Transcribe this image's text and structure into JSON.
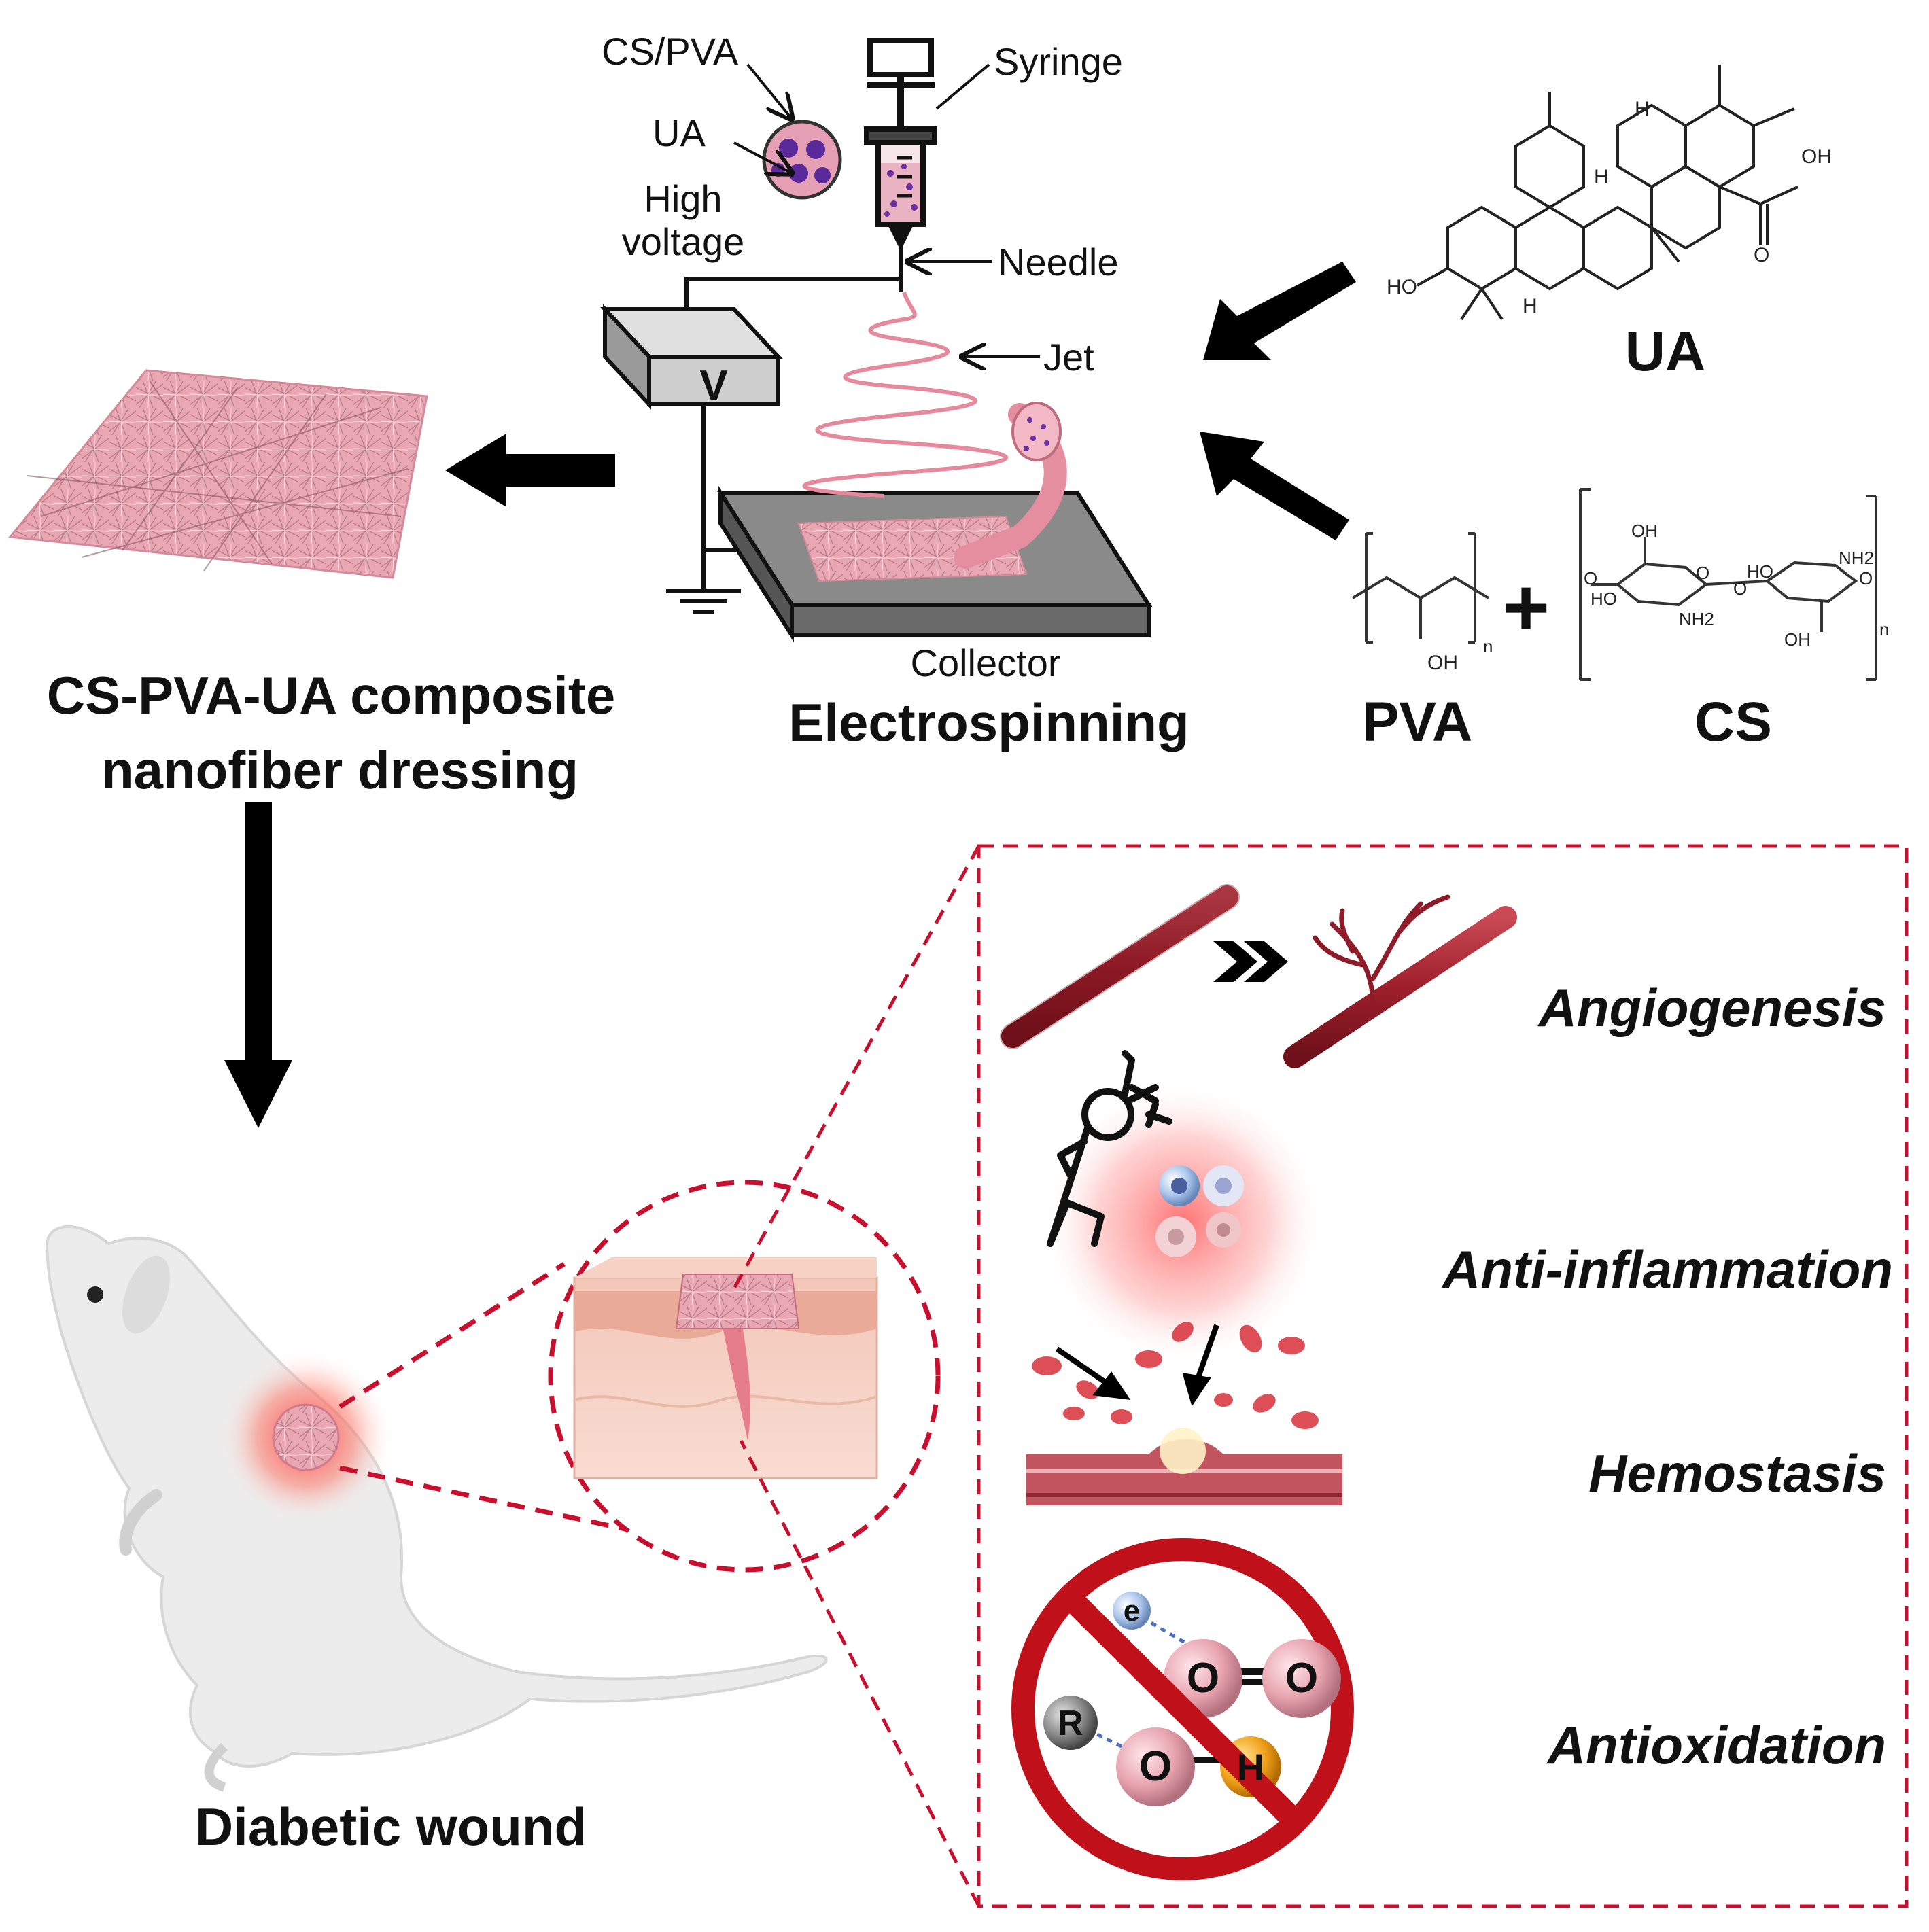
{
  "electrospinning": {
    "title": "Electrospinning",
    "labels": {
      "cs_pva": "CS/PVA",
      "ua": "UA",
      "syringe": "Syringe",
      "high_voltage_1": "High",
      "high_voltage_2": "voltage",
      "needle": "Needle",
      "jet": "Jet",
      "collector": "Collector",
      "voltage_symbol": "V"
    }
  },
  "dressing": {
    "line1": "CS-PVA-UA composite",
    "line2": "nanofiber dressing"
  },
  "molecules": {
    "ua_label": "UA",
    "pva_label": "PVA",
    "cs_label": "CS",
    "plus": "+",
    "ua_atoms": {
      "h1": "H",
      "h2": "H",
      "h3": "H",
      "ho": "HO",
      "oh": "OH",
      "o": "O"
    },
    "pva_atoms": {
      "oh": "OH",
      "n": "n"
    },
    "cs_atoms": {
      "oh1": "OH",
      "oh2": "OH",
      "ho1": "HO",
      "ho2": "HO",
      "nh2_1": "NH2",
      "nh2_2": "NH2",
      "o1": "O",
      "o2": "O",
      "o3": "O",
      "o4": "O",
      "n": "n"
    }
  },
  "wound": {
    "label": "Diabetic wound"
  },
  "effects": [
    {
      "label": "Angiogenesis"
    },
    {
      "label": "Anti-inflammation"
    },
    {
      "label": "Hemostasis"
    },
    {
      "label": "Antioxidation"
    }
  ],
  "antioxidation_atoms": {
    "e": "e",
    "o1": "O",
    "o2": "O",
    "o3": "O",
    "h": "H",
    "r": "R"
  },
  "colors": {
    "fiber_pink": "#e8a0ae",
    "vessel_red": "#a3222e",
    "dashed_red": "#c8102e",
    "prohibit_red": "#c0101a",
    "arrow_black": "#000000"
  }
}
